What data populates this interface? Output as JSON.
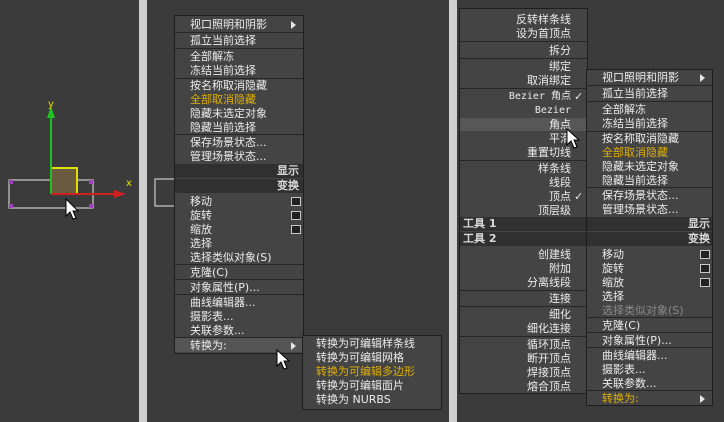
{
  "viewport": {
    "axis_x": "x",
    "axis_y": "y"
  },
  "menu_left": {
    "items": [
      "视口照明和阴影",
      "孤立当前选择",
      "全部解冻",
      "冻结当前选择",
      "按名称取消隐藏",
      "全部取消隐藏",
      "隐藏未选定对象",
      "隐藏当前选择",
      "保存场景状态...",
      "管理场景状态..."
    ],
    "header_display": "显示",
    "header_transform": "变换",
    "transform_items": [
      "移动",
      "旋转",
      "缩放",
      "选择",
      "选择类似对象(S)",
      "克隆(C)",
      "对象属性(P)...",
      "曲线编辑器...",
      "摄影表...",
      "关联参数...",
      "转换为:"
    ]
  },
  "submenu_convert": {
    "items": [
      "转换为可编辑样条线",
      "转换为可编辑网格",
      "转换为可编辑多边形",
      "转换为可编辑面片",
      "转换为 NURBS"
    ]
  },
  "menu_right_left": {
    "items_top": [
      "反转样条线",
      "设为首顶点",
      "拆分",
      "绑定",
      "取消绑定",
      "Bezier 角点",
      "Bezier",
      "角点",
      "平滑",
      "重置切线",
      "样条线",
      "线段",
      "顶点",
      "顶层级"
    ],
    "tools1": "工具 1",
    "tools2": "工具 2",
    "items_bottom": [
      "创建线",
      "附加",
      "分离线段",
      "连接",
      "细化",
      "细化连接",
      "循环顶点",
      "断开顶点",
      "焊接顶点",
      "熔合顶点"
    ]
  },
  "menu_right_right": {
    "items": [
      "视口照明和阴影",
      "孤立当前选择",
      "全部解冻",
      "冻结当前选择",
      "按名称取消隐藏",
      "全部取消隐藏",
      "隐藏未选定对象",
      "隐藏当前选择",
      "保存场景状态...",
      "管理场景状态..."
    ],
    "header_display": "显示",
    "header_transform": "变换",
    "transform_items": [
      "移动",
      "旋转",
      "缩放",
      "选择",
      "选择类似对象(S)",
      "克隆(C)",
      "对象属性(P)...",
      "曲线编辑器...",
      "摄影表...",
      "关联参数...",
      "转换为:"
    ]
  },
  "colors": {
    "highlight": "#e0b000",
    "gizmo_x": "#d02020",
    "gizmo_y": "#20c020",
    "gizmo_plane": "#e0e000",
    "shape": "#a040c0"
  }
}
